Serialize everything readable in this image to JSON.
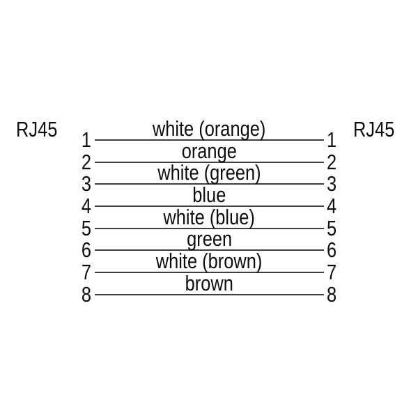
{
  "diagram": {
    "type": "rj45-pinout-wiring-diagram",
    "left_connector": "RJ45",
    "right_connector": "RJ45",
    "colors": {
      "background": "#ffffff",
      "text": "#0d0d0d",
      "wire_line": "#3f3f3f"
    },
    "rows": [
      {
        "pin": "1",
        "label": "white (orange)"
      },
      {
        "pin": "2",
        "label": "orange"
      },
      {
        "pin": "3",
        "label": "white (green)"
      },
      {
        "pin": "4",
        "label": "blue"
      },
      {
        "pin": "5",
        "label": "white (blue)"
      },
      {
        "pin": "6",
        "label": "green"
      },
      {
        "pin": "7",
        "label": "white (brown)"
      },
      {
        "pin": "8",
        "label": "brown"
      }
    ]
  }
}
